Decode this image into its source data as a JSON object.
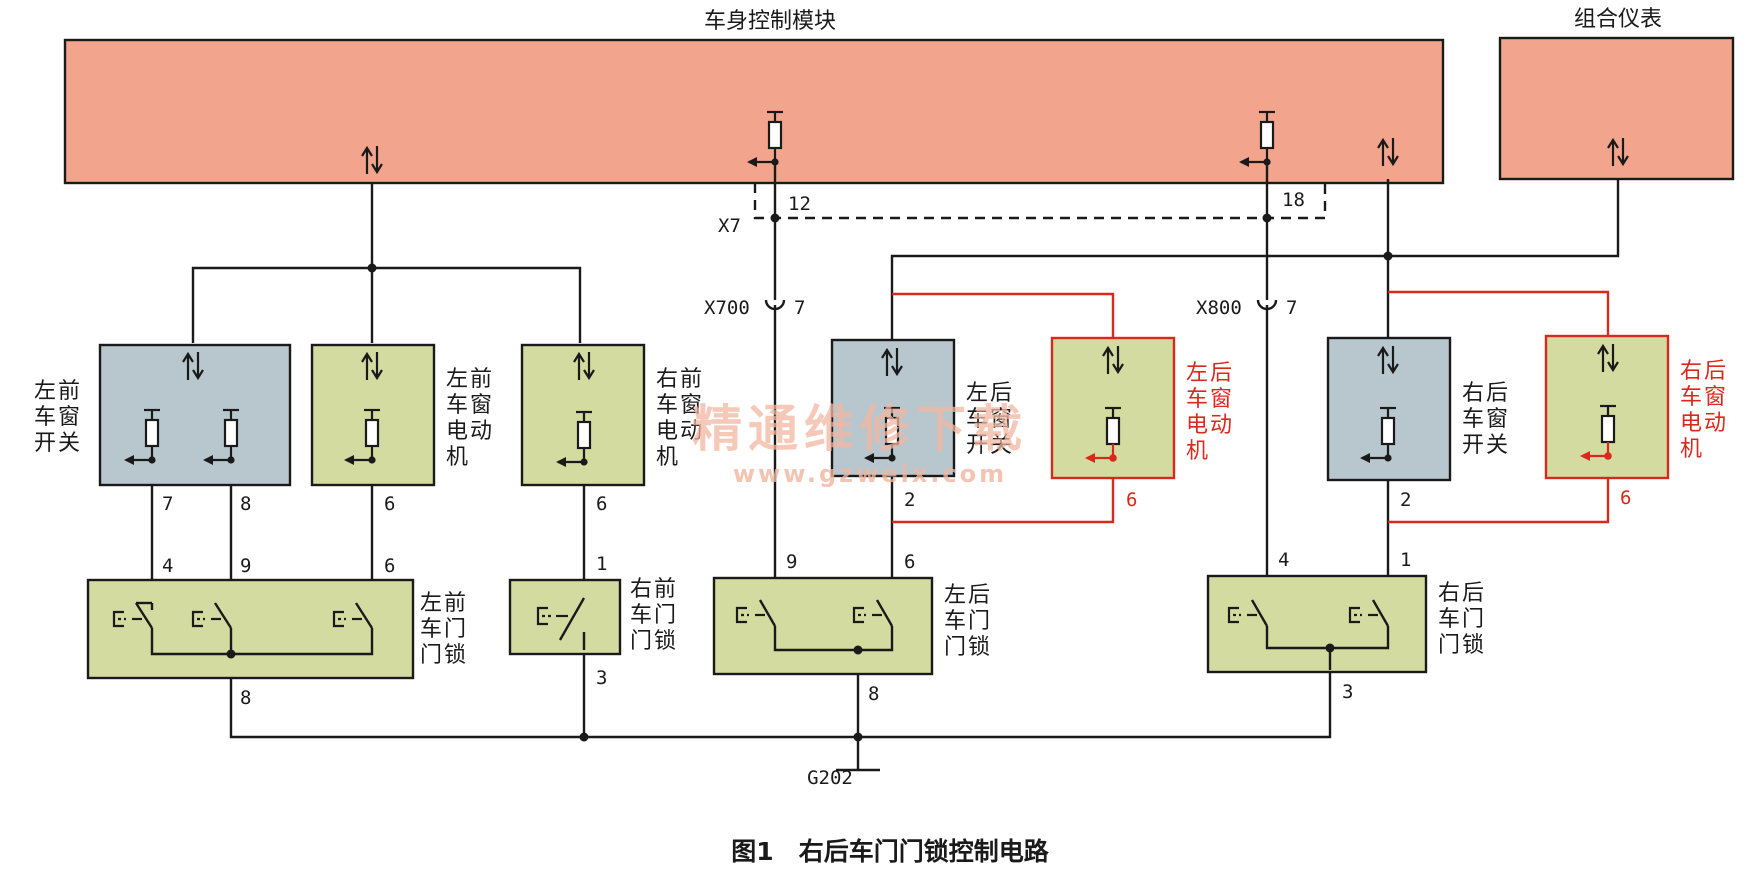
{
  "diagram": {
    "title": "图1　右后车门门锁控制电路",
    "watermark": {
      "line1": "精通维修下载",
      "line2": "www.gzweix.com"
    },
    "modules": {
      "bcm": "车身控制模块",
      "cluster": "组合仪表"
    },
    "components": {
      "lf_window_switch": "左前车窗开关",
      "lf_window_motor": "左前车窗电动机",
      "rf_window_motor": "右前车窗电动机",
      "lr_window_switch": "左后车窗开关",
      "lr_window_motor": "左后车窗电动机",
      "rr_window_switch": "右后车窗开关",
      "rr_window_motor": "右后车窗电动机",
      "lf_door_lock": "左前车门锁",
      "rf_door_lock": "右前车门锁",
      "lr_door_lock": "左后车门锁",
      "rr_door_lock": "右后车门锁"
    },
    "connectors": {
      "x7": "X7",
      "x700": "X700",
      "x800": "X800",
      "ground": "G202"
    },
    "pins": {
      "bcm_12": "12",
      "bcm_18": "18",
      "x700_7": "7",
      "x800_7": "7",
      "lfs_7": "7",
      "lfs_8": "8",
      "lfm_6": "6",
      "rfm_6": "6",
      "lrs_2": "2",
      "lrm_6": "6",
      "rrs_2": "2",
      "rrm_6": "6",
      "lfl_4": "4",
      "lfl_9": "9",
      "lfl_6": "6",
      "lfl_8": "8",
      "rfl_1": "1",
      "rfl_3": "3",
      "lrl_9": "9",
      "lrl_6": "6",
      "lrl_8": "8",
      "rrl_4": "4",
      "rrl_1": "1",
      "rrl_3": "3"
    },
    "colors": {
      "module_fill": "#f3a48d",
      "switch_fill": "#b7c7cd",
      "motor_fill": "#d3dba0",
      "lock_fill": "#d3dba0",
      "highlight_wire": "#d9291c",
      "wire": "#1a1a1a"
    }
  }
}
